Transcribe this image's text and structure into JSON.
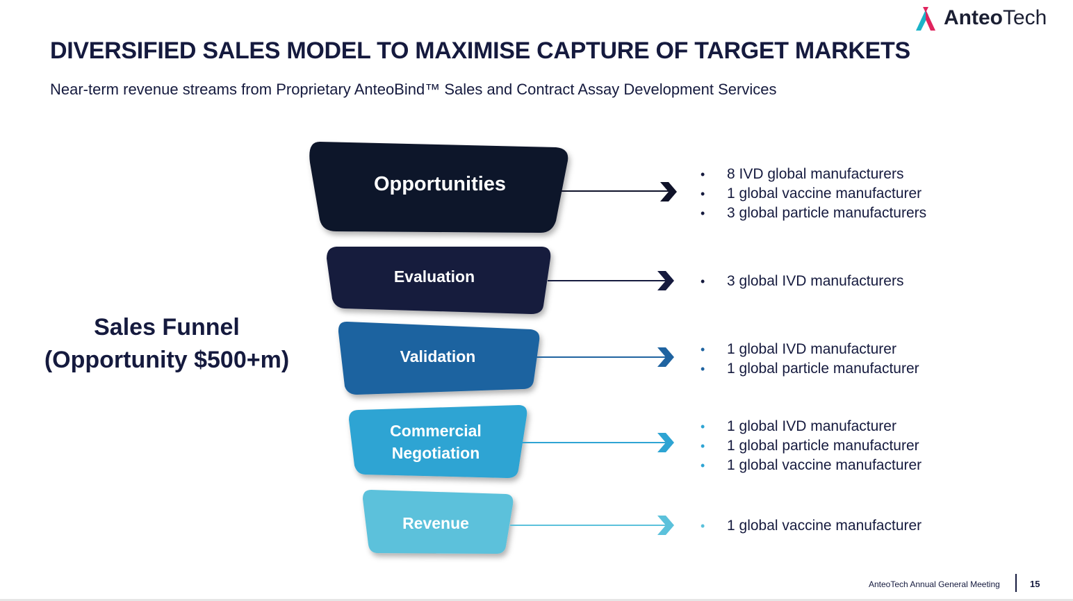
{
  "logo": {
    "brand_bold": "Anteo",
    "brand_light": "Tech"
  },
  "header": {
    "title": "DIVERSIFIED SALES MODEL TO MAXIMISE CAPTURE OF TARGET MARKETS",
    "subtitle": "Near-term revenue streams from Proprietary AnteoBind™ Sales and Contract Assay Development Services"
  },
  "funnel": {
    "label_line1": "Sales Funnel",
    "label_line2": "(Opportunity $500+m)",
    "stages": [
      {
        "label": "Opportunities",
        "color": "#0f1229",
        "items": [
          "8 IVD global manufacturers",
          "1 global vaccine manufacturer",
          "3 global particle manufacturers"
        ]
      },
      {
        "label": "Evaluation",
        "color": "#151a3e",
        "items": [
          "3 global IVD manufacturers"
        ]
      },
      {
        "label": "Validation",
        "color": "#1f63a0",
        "items": [
          "1 global IVD manufacturer",
          "1 global particle manufacturer"
        ]
      },
      {
        "label_line1": "Commercial",
        "label_line2": "Negotiation",
        "color": "#2ea4d3",
        "items": [
          "1 global IVD manufacturer",
          "1 global particle manufacturer",
          "1 global vaccine manufacturer"
        ]
      },
      {
        "label": "Revenue",
        "color": "#5bc1db",
        "items": [
          "1 global vaccine manufacturer"
        ]
      }
    ]
  },
  "footer": {
    "text": "AnteoTech Annual General Meeting",
    "page": "15"
  },
  "colors": {
    "navy": "#151a3e",
    "logo_pink": "#e0245e",
    "logo_teal": "#1bb3c8"
  },
  "bullet_glyph": "•"
}
